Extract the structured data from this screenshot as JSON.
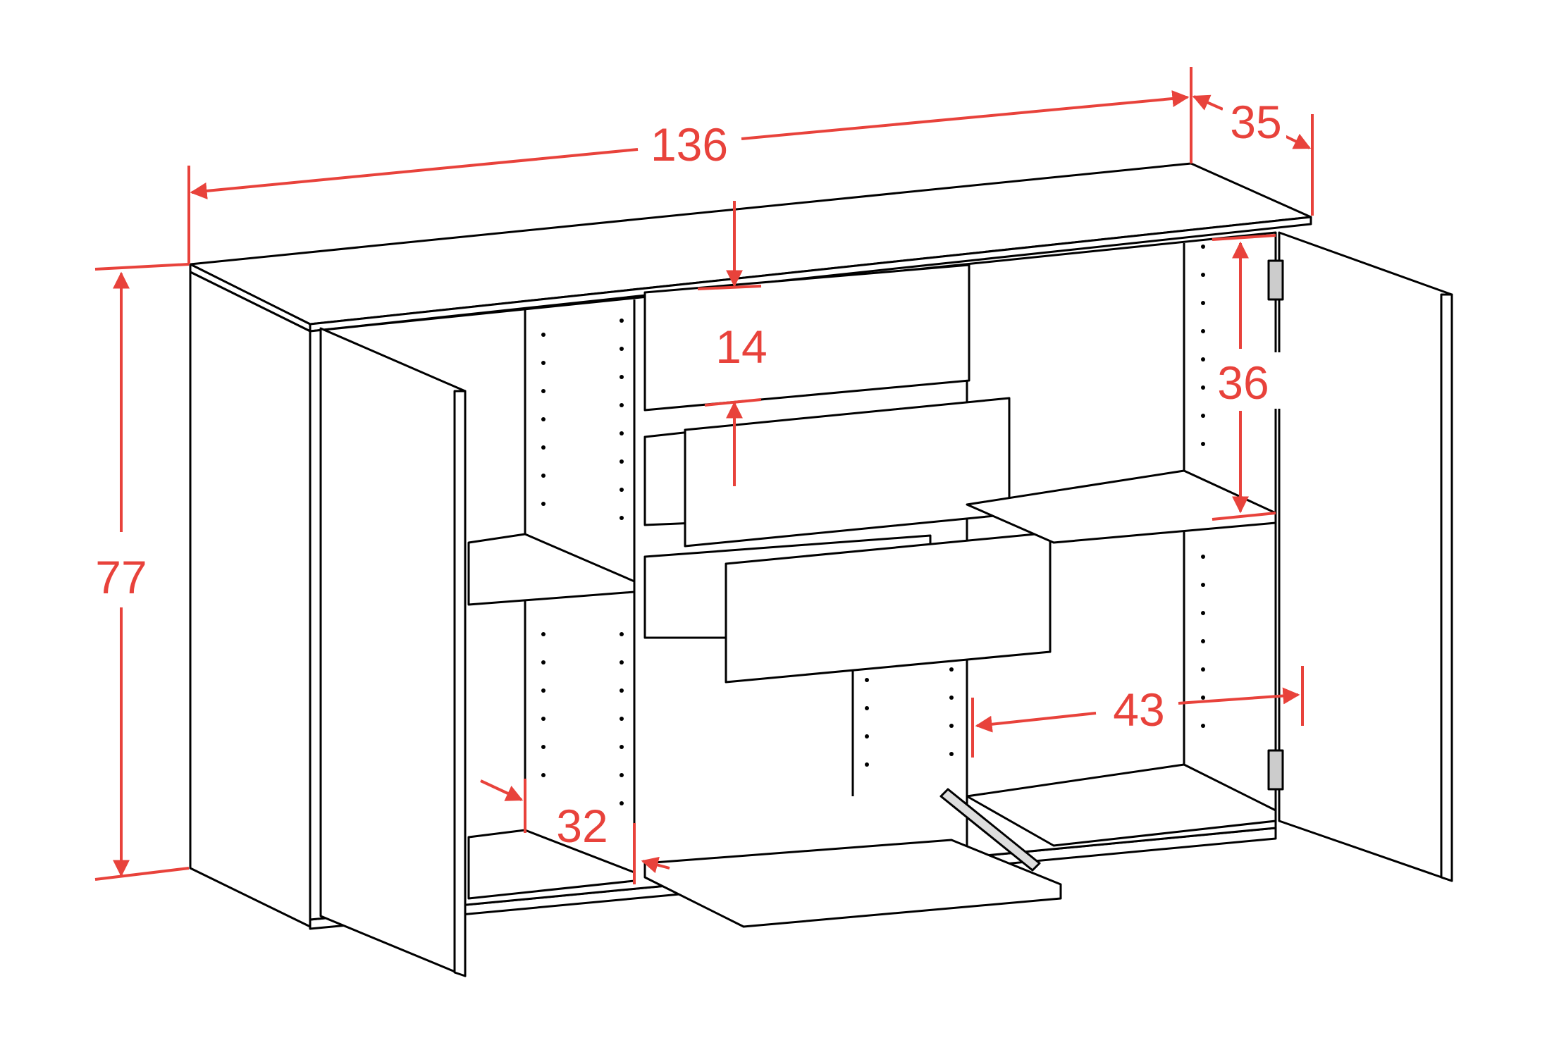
{
  "diagram": {
    "dimensions": {
      "width": "136",
      "depth": "35",
      "height": "77",
      "drawer_height": "14",
      "compartment_height": "36",
      "compartment_width": "43",
      "inner_depth": "32"
    },
    "colors": {
      "dimension": "#e8423b",
      "outline": "#000000",
      "background": "#ffffff"
    }
  }
}
